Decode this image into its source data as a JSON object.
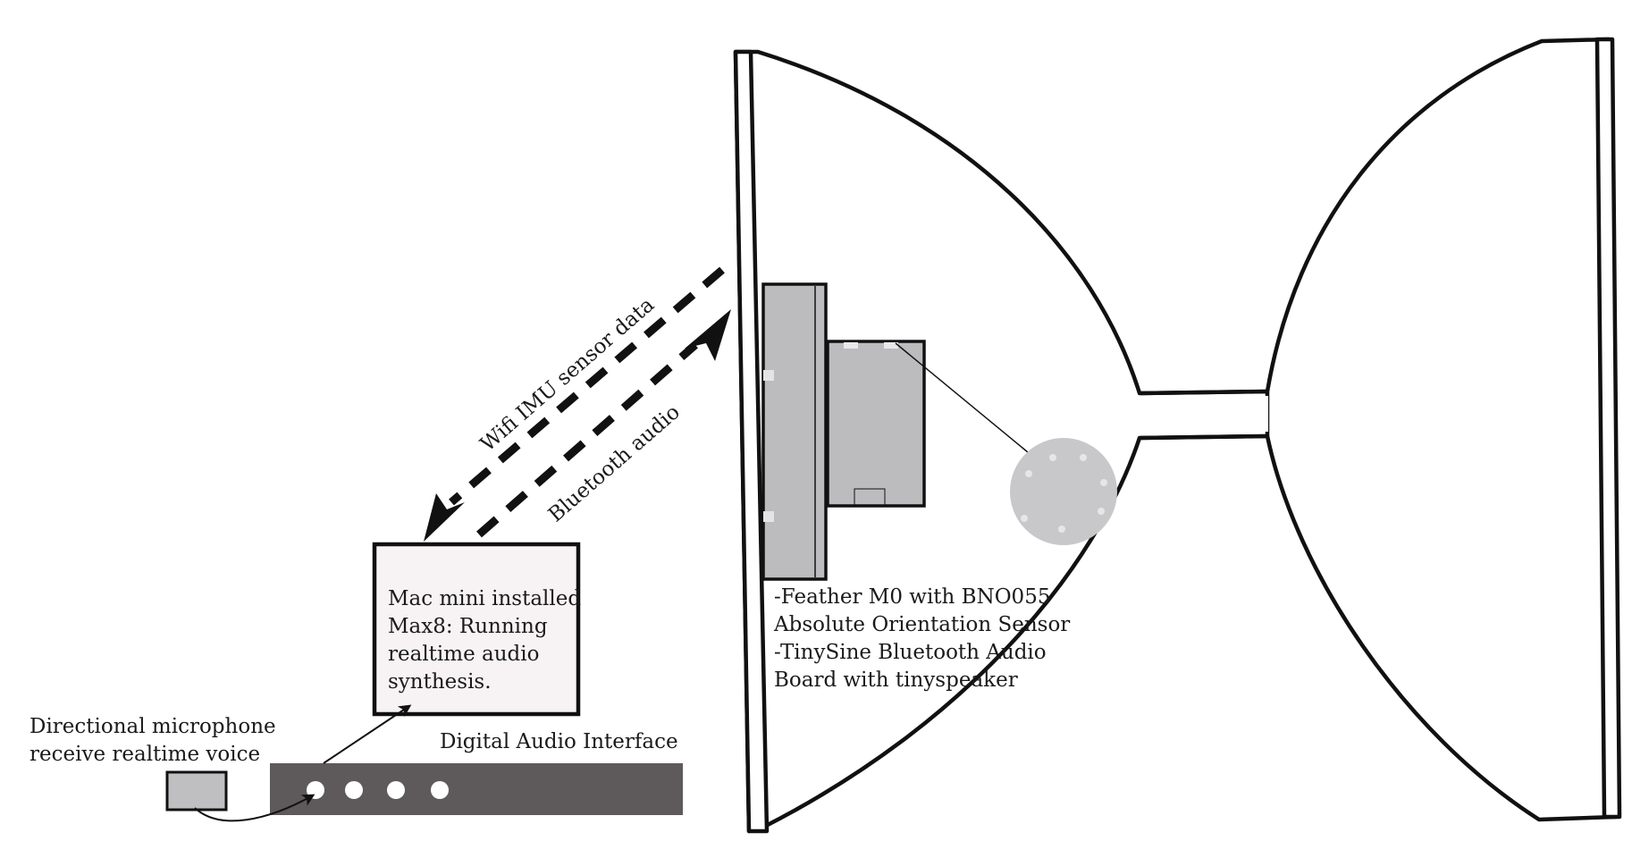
{
  "labels": {
    "wifi": "Wifi IMU sensor data",
    "bluetooth": "Bluetooth audio",
    "mac_lines": [
      "Mac mini installed",
      "Max8: Running",
      "realtime audio",
      "synthesis."
    ],
    "mic_lines": [
      "Directional microphone",
      "receive realtime voice"
    ],
    "interface": "Digital Audio Interface",
    "hardware_lines": [
      "-Feather M0 with BNO055",
      "Absolute Orientation Sensor",
      "-TinySine Bluetooth Audio",
      "Board with tinyspeaker"
    ]
  },
  "colors": {
    "stroke": "#111111",
    "board_fill": "#bcbcbf",
    "speaker_fill": "#c8c8cb",
    "mac_fill": "#f7f3f4",
    "interface_fill": "#5e5a5b",
    "mic_fill": "#bfbfc2"
  }
}
